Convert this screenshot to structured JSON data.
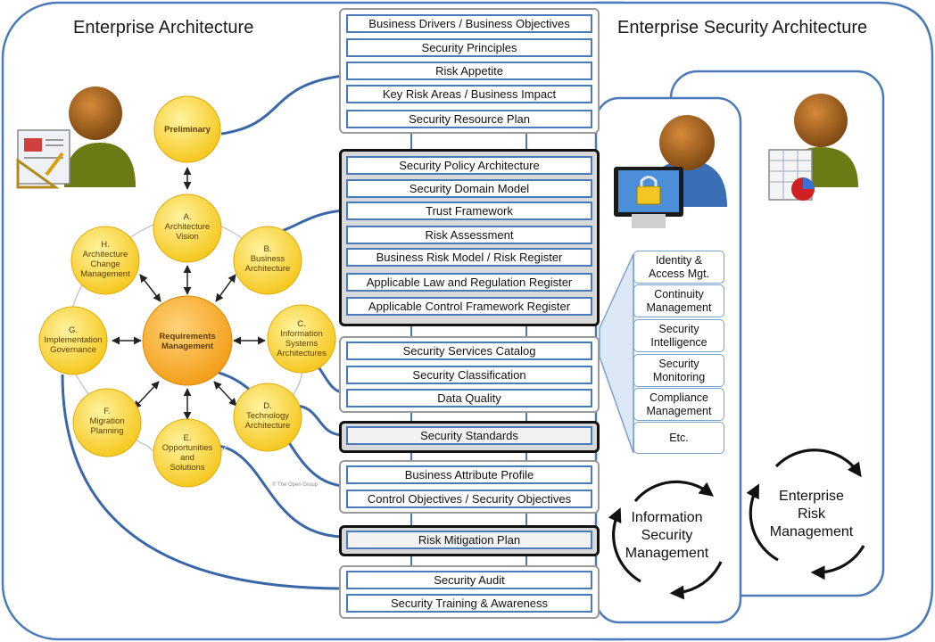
{
  "regions": {
    "enterprise_architecture": "Enterprise Architecture",
    "enterprise_security_architecture": "Enterprise Security Architecture"
  },
  "adm": {
    "preliminary": [
      "Preliminary"
    ],
    "requirements": [
      "Requirements",
      "Management"
    ],
    "a": [
      "A.",
      "Architecture",
      "Vision"
    ],
    "b": [
      "B.",
      "Business",
      "Architecture"
    ],
    "c": [
      "C.",
      "Information",
      "Systems",
      "Architectures"
    ],
    "d": [
      "D.",
      "Technology",
      "Architecture"
    ],
    "e": [
      "E.",
      "Opportunities",
      "and",
      "Solutions"
    ],
    "f": [
      "F.",
      "Migration",
      "Planning"
    ],
    "g": [
      "G.",
      "Implementation",
      "Governance"
    ],
    "h": [
      "H.",
      "Architecture",
      "Change",
      "Management"
    ],
    "copyright": "© The Open Group"
  },
  "artifacts": {
    "business_drivers": "Business Drivers / Business Objectives",
    "security_principles": "Security Principles",
    "risk_appetite": "Risk Appetite",
    "key_risk_areas": "Key Risk Areas / Business Impact",
    "security_resource_plan": "Security Resource Plan",
    "security_policy_architecture": "Security Policy Architecture",
    "security_domain_model": "Security Domain Model",
    "trust_framework": "Trust Framework",
    "risk_assessment": "Risk Assessment",
    "business_risk_model": "Business Risk Model / Risk Register",
    "law_register": "Applicable Law and Regulation Register",
    "control_framework_register": "Applicable Control Framework Register",
    "services_catalog": "Security Services Catalog",
    "security_classification": "Security Classification",
    "data_quality": "Data Quality",
    "security_standards": "Security Standards",
    "business_attribute_profile": "Business Attribute Profile",
    "control_objectives": "Control Objectives / Security Objectives",
    "risk_mitigation_plan": "Risk Mitigation Plan",
    "security_audit": "Security Audit",
    "security_training": "Security Training & Awareness"
  },
  "functions": {
    "identity": [
      "Identity &",
      "Access Mgt."
    ],
    "continuity": [
      "Continuity",
      "Management"
    ],
    "intelligence": [
      "Security",
      "Intelligence"
    ],
    "monitoring": [
      "Security",
      "Monitoring"
    ],
    "compliance": [
      "Compliance",
      "Management"
    ],
    "etc": [
      "Etc."
    ]
  },
  "cycles": {
    "isms": [
      "Information",
      "Security",
      "Management"
    ],
    "erm": [
      "Enterprise",
      "Risk",
      "Management"
    ]
  },
  "icons": {
    "ea_actor": "architect-person-icon",
    "security_actor": "security-person-computer-lock-icon",
    "risk_actor": "risk-person-spreadsheet-icon"
  },
  "colors": {
    "node_fill": "#f9d23c",
    "center_fill": "#f6a623",
    "box_border": "#4a7ab8",
    "connector": "#3a67a8"
  }
}
